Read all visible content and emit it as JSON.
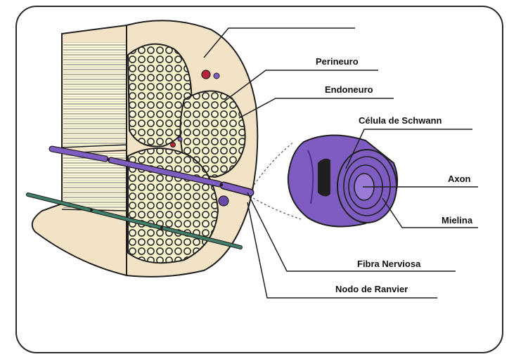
{
  "labels": {
    "perineuro": "Perineuro",
    "endoneuro": "Endoneuro",
    "celula_schwann": "Célula de Schwann",
    "axon": "Axon",
    "mielina": "Mielina",
    "fibra_nerviosa": "Fibra Nerviosa",
    "nodo_ranvier": "Nodo de Ranvier"
  },
  "colors": {
    "tissue": "#f3e3c6",
    "fascicle_fill": "#f6f2c9",
    "fiber_ring": "#2d2d2d",
    "myelin": "#7e5cc2",
    "myelin_dark": "#4b2f8e",
    "fiber_green": "#3f7f6a",
    "vessel_red": "#b8243d",
    "outline": "#1f1f1f"
  }
}
